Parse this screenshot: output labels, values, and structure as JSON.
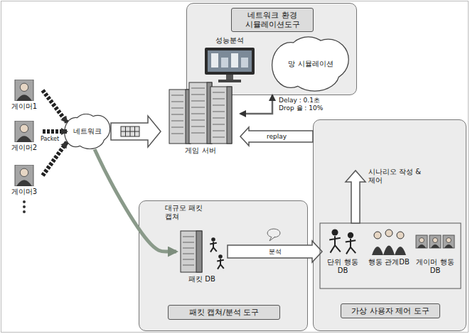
{
  "diagram": {
    "nodes": [
      {
        "text": [
          "네트워크 환경 시뮬레이션도구"
        ]
      },
      {
        "text": [
          "성능분석"
        ],
        "in": 0
      },
      {
        "text": [
          "망 시뮬레이션"
        ],
        "in": 0
      },
      {
        "text": [
          "게이머1"
        ]
      },
      {
        "text": [
          "게이머2"
        ]
      },
      {
        "text": [
          "게이머3"
        ]
      },
      {
        "text": [
          "네트워크"
        ]
      },
      {
        "text": [
          "게임 서버"
        ]
      },
      {
        "text": [
          "패킷 캡쳐/분석 도구"
        ]
      },
      {
        "text": [
          "패킷 DB"
        ],
        "in": 8
      },
      {
        "text": [
          "가상 사용자 제어 도구"
        ]
      },
      {
        "text": [
          "단위 행동 DB"
        ],
        "in": 10
      },
      {
        "text": [
          "행동 관계DB"
        ],
        "in": 10
      },
      {
        "text": [
          "게이머 행동 DB"
        ],
        "in": 10
      }
    ],
    "edges": [
      {
        "from": 3,
        "to": 6,
        "arrow": "to"
      },
      {
        "from": 4,
        "to": 6,
        "arrow": "to"
      },
      {
        "from": 5,
        "to": 6,
        "arrow": "to"
      },
      {
        "from": 6,
        "to": 7,
        "arrow": "to"
      },
      {
        "from": 6,
        "to": 9,
        "arrow": "to"
      },
      {
        "from": 0,
        "to": 7,
        "label": "Delay : 0.1초 Drop 율 : 10%",
        "arrow": "both"
      },
      {
        "from": 10,
        "to": 7,
        "label": "replay",
        "arrow": "to"
      },
      {
        "from": 9,
        "to": 11,
        "label": "분석",
        "arrow": "to"
      }
    ],
    "labels": [
      "Packet",
      "대규모 패킷 캡쳐",
      "시나리오 작성 & 제어"
    ]
  }
}
